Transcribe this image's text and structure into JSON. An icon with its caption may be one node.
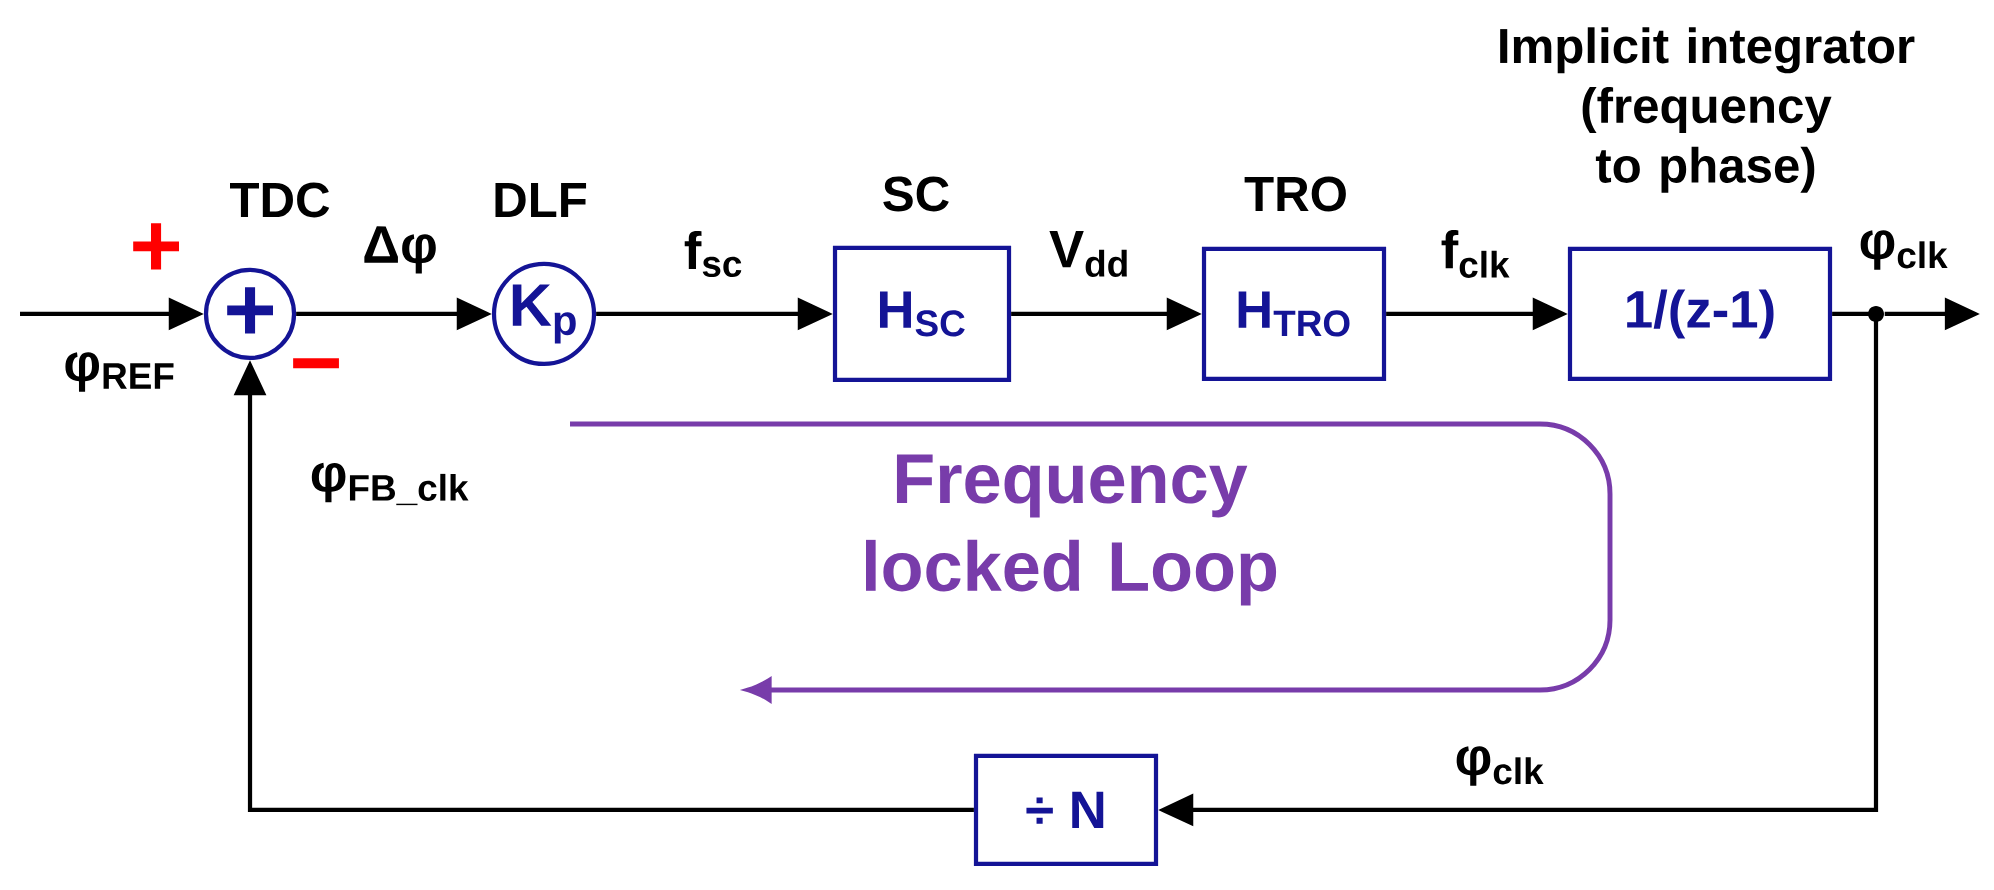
{
  "diagram": {
    "nodes": [
      {
        "text": [
          "TDC",
          "+"
        ]
      },
      {
        "text": [
          "DLF",
          "K$_{p}$"
        ]
      },
      {
        "text": [
          "SC",
          "H$_{SC}$"
        ]
      },
      {
        "text": [
          "TRO",
          "H$_{TRO}$"
        ]
      },
      {
        "text": [
          "Implicit integrator (frequency to phase)",
          "1/(z-1)"
        ]
      },
      {
        "text": [
          "÷ N"
        ]
      },
      {
        "text": [],
        "shape": "circle"
      }
    ],
    "edges": [
      {
        "from": null,
        "to": 0,
        "arrow": "to",
        "label": "φ$_{REF}$"
      },
      {
        "from": 0,
        "to": 1,
        "arrow": "to",
        "label": "Δφ"
      },
      {
        "from": 1,
        "to": 2,
        "arrow": "to",
        "label": "f$_{sc}$"
      },
      {
        "from": 2,
        "to": 3,
        "arrow": "to",
        "label": "V$_{dd}$"
      },
      {
        "from": 3,
        "to": 4,
        "arrow": "to",
        "label": "f$_{clk}$"
      },
      {
        "from": 4,
        "to": 6,
        "arrow": "none"
      },
      {
        "from": 6,
        "to": null,
        "arrow": "to",
        "label": "φ$_{clk}$"
      },
      {
        "from": 6,
        "to": 5,
        "arrow": "to",
        "label": "φ$_{clk}$"
      },
      {
        "from": 5,
        "to": 0,
        "arrow": "to",
        "label": "φ$_{FB_clk}$"
      }
    ],
    "labels": [
      "+",
      "−",
      "Frequency locked Loop"
    ]
  }
}
